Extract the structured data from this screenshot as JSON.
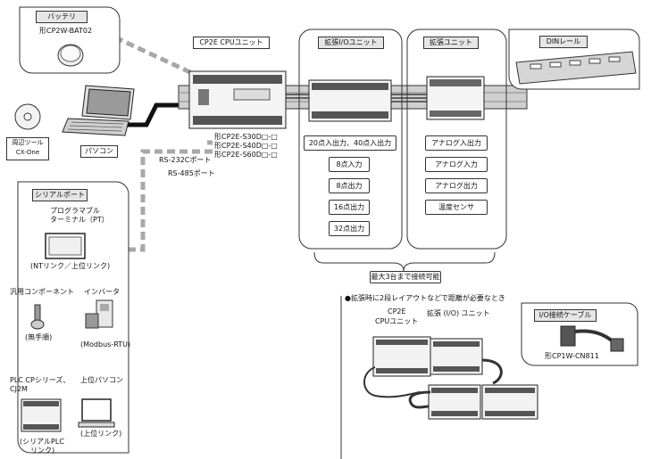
{
  "battery": {
    "title": "バッテリ",
    "model": "形CP2W-BAT02"
  },
  "cpu": {
    "title": "CP2E CPUユニット",
    "models": [
      "形CP2E-S30D□-□",
      "形CP2E-S40D□-□",
      "形CP2E-S60D□-□"
    ]
  },
  "expansion_io": {
    "title": "拡張I/Oユニット",
    "items": [
      "20点入出力、40点入出力",
      "8点入力",
      "8点出力",
      "16点出力",
      "32点出力"
    ]
  },
  "expansion_unit": {
    "title": "拡張ユニット",
    "items": [
      "アナログ入出力",
      "アナログ入力",
      "アナログ出力",
      "温度センサ"
    ]
  },
  "din_rail": {
    "title": "DINレール"
  },
  "tools": {
    "name": "周辺ツール",
    "product": "CX-One"
  },
  "pc": {
    "label": "パソコン"
  },
  "ports": {
    "rs232c": "RS-232Cポート",
    "rs485": "RS-485ポート"
  },
  "serial_port": {
    "title": "シリアルポート",
    "pt_label_1": "プログラマブル",
    "pt_label_2": "ターミナル（PT）",
    "pt_link": "(NTリンク／上位リンク)",
    "component": "汎用コンポーネント",
    "inverter": "インバータ",
    "noprotocol": "(無手順)",
    "modbus": "(Modbus-RTU)",
    "plc_1": "PLC CPシリーズ、",
    "plc_2": "CJ2M",
    "host_pc": "上位パソコン",
    "serial_plc_1": "(シリアルPLC",
    "serial_plc_2": "リンク)",
    "host_link": "(上位リンク)"
  },
  "max_note": "最大3台まで接続可能",
  "two_tier": {
    "note": "●拡張時に2段レイアウトなどで距離が必要なとき",
    "cpu_1": "CP2E",
    "cpu_2": "CPUユニット",
    "exp": "拡張 (I/O) ユニット",
    "cable_title": "I/O接続ケーブル",
    "cable_model": "形CP1W-CN811"
  }
}
